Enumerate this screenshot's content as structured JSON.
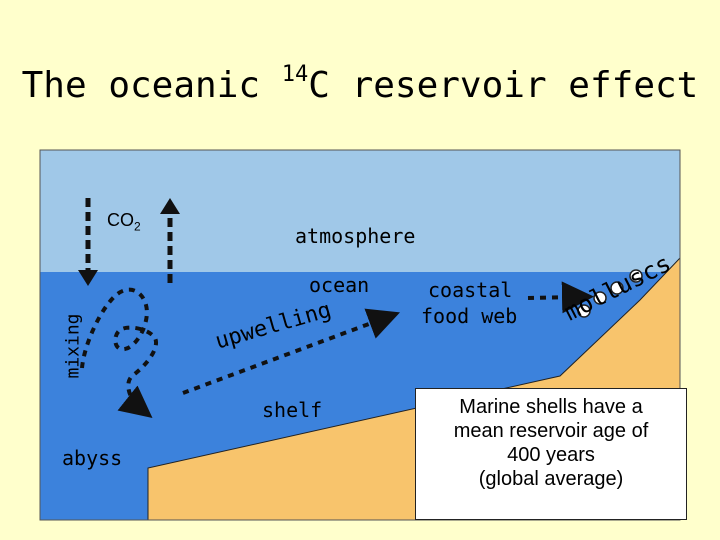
{
  "title": {
    "prefix": "The oceanic ",
    "superscript": "14",
    "suffix": "C reservoir effect"
  },
  "labels": {
    "co2_main": "CO",
    "co2_sub": "2",
    "atmosphere": "atmosphere",
    "ocean": "ocean",
    "coastal": "coastal",
    "food_web": "food web",
    "upwelling": "upwelling",
    "molluscs": "molluscs",
    "shelf": "shelf",
    "abyss": "abyss",
    "mixing": "mixing"
  },
  "info_box": {
    "lines": [
      "Marine shells have a",
      "mean reservoir age of",
      "400 years",
      "(global average)"
    ]
  },
  "colors": {
    "background": "#ffffcc",
    "sky": "#a0c8e8",
    "ocean": "#3c82dc",
    "land": "#f8c46c",
    "arrow": "#111111"
  }
}
